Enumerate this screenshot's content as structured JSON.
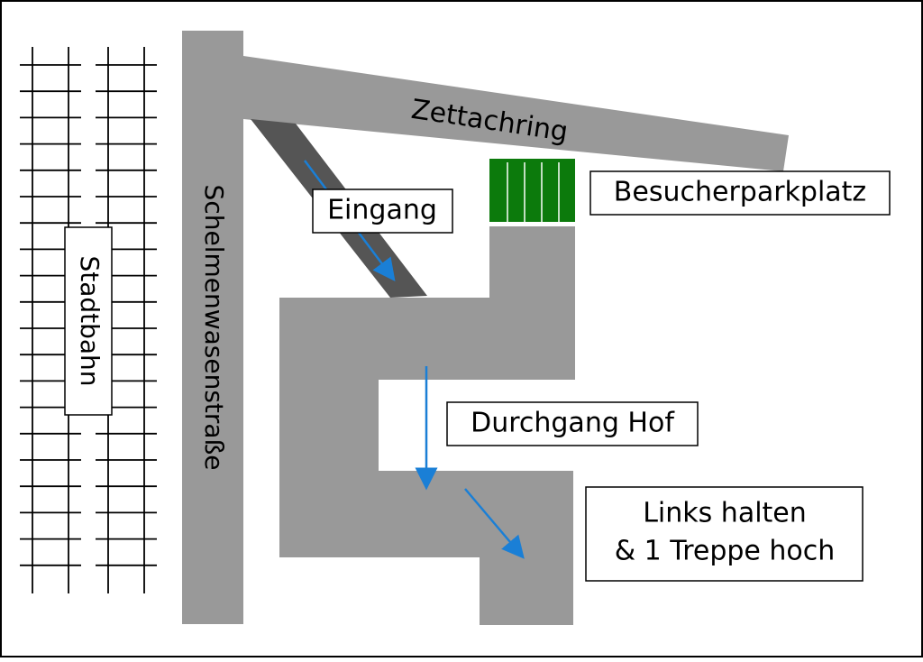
{
  "map": {
    "colors": {
      "road": "#999999",
      "entrance_path": "#555555",
      "parking": "#0c7a0c",
      "route_arrow": "#1a7fd6",
      "rail": "#000000",
      "label_border": "#000000",
      "label_fill": "#ffffff"
    },
    "labels": {
      "rail": "Stadtbahn",
      "street_vertical": "Schelmenwasenstraße",
      "street_ring": "Zettachring",
      "entrance": "Eingang",
      "parking": "Besucherparkplatz",
      "courtyard": "Durchgang Hof",
      "directions_line1": "Links halten",
      "directions_line2": "& 1 Treppe hoch"
    }
  }
}
